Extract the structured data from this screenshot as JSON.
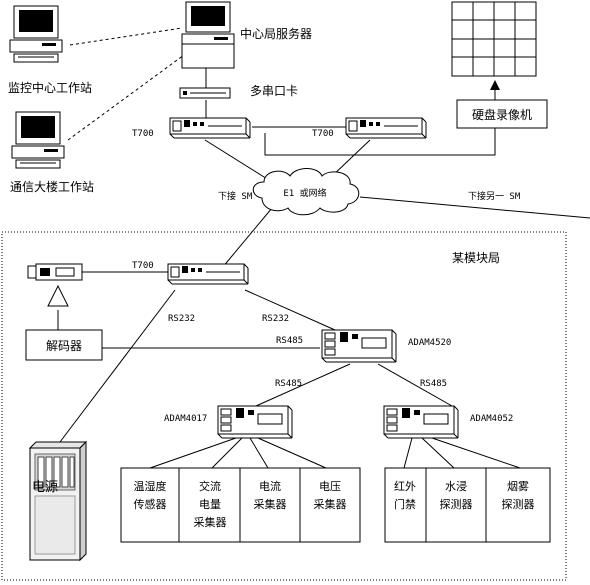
{
  "labels": {
    "server": "中心局服务器",
    "monitor_ws": "监控中心工作站",
    "telecom_ws": "通信大楼工作站",
    "serial_card": "多串口卡",
    "dvr": "硬盘录像机",
    "t700_left": "T700",
    "t700_right": "T700",
    "t700_module": "T700",
    "cloud": "E1 或网络",
    "down_sm": "下接 SM",
    "down_other_sm": "下接另一 SM",
    "module_bureau": "某模块局",
    "decoder": "解码器",
    "rs232_left": "RS232",
    "rs232_right": "RS232",
    "rs485_decoder": "RS485",
    "rs485_4017": "RS485",
    "rs485_4052": "RS485",
    "adam4520": "ADAM4520",
    "adam4017": "ADAM4017",
    "adam4052": "ADAM4052",
    "power": "电源"
  },
  "sensors_4017": [
    [
      "温湿度",
      "传感器"
    ],
    [
      "交流",
      "电量",
      "采集器"
    ],
    [
      "电流",
      "采集器"
    ],
    [
      "电压",
      "采集器"
    ]
  ],
  "sensors_4052": [
    [
      "红外",
      "门禁"
    ],
    [
      "水浸",
      "探测器"
    ],
    [
      "烟雾",
      "探测器"
    ]
  ],
  "icons": [
    "computer-icon",
    "server-icon",
    "modem-icon",
    "camera-icon",
    "video-wall-icon",
    "cloud-icon",
    "power-cabinet-icon"
  ]
}
